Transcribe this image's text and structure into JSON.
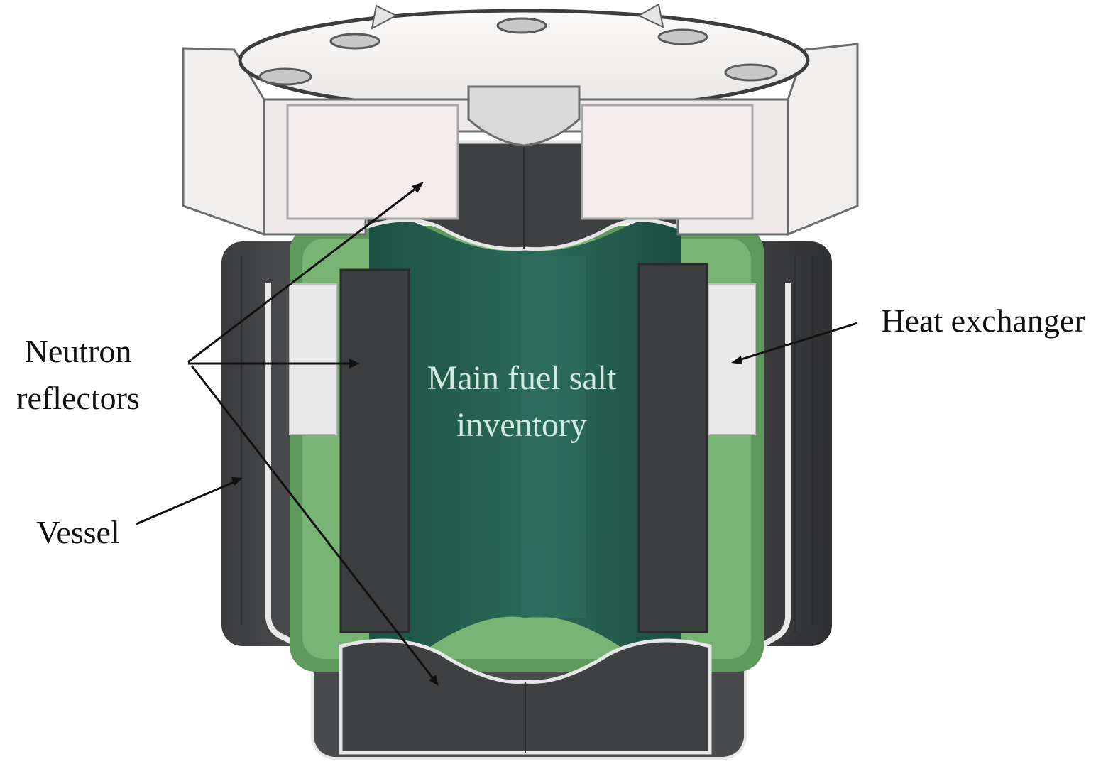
{
  "labels": {
    "neutron_reflectors_line1": "Neutron",
    "neutron_reflectors_line2": "reflectors",
    "vessel": "Vessel",
    "heat_exchanger": "Heat exchanger",
    "fuel_line1": "Main fuel salt",
    "fuel_line2": "inventory"
  },
  "colors": {
    "background": "#ffffff",
    "vessel_dark": "#4b4c4e",
    "vessel_mid": "#6b6c6e",
    "metal_light": "#e4e4e4",
    "metal_pale": "#f3f2f0",
    "reflector": "#3d3e40",
    "fuel_salt": "#1e5a49",
    "fuel_salt_light": "#2f6e5c",
    "green_plenum": "#6aa867",
    "hx_block": "#e6e6e6",
    "fuel_label": "#cfeadf",
    "leader_line": "#111111"
  }
}
